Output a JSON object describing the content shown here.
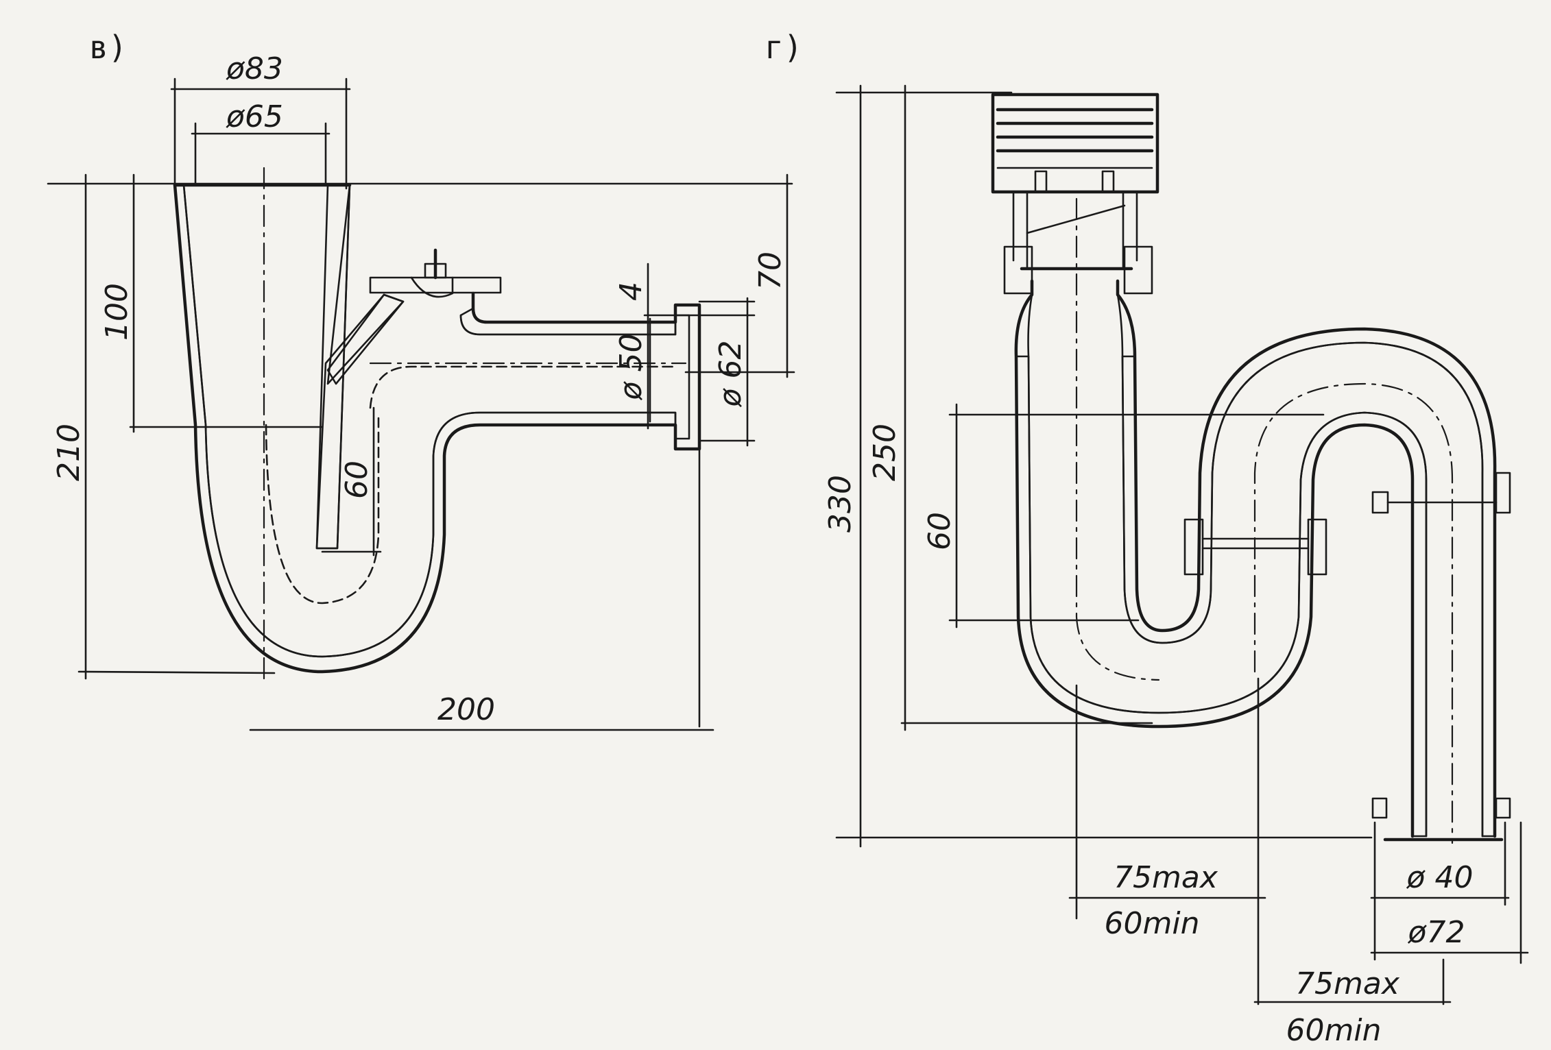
{
  "figure_v": {
    "label": "в)",
    "dims": {
      "d83": "ø83",
      "d65": "ø65",
      "h100": "100",
      "h210": "210",
      "h70": "70",
      "t4": "4",
      "d50": "ø 50",
      "d62": "ø 62",
      "h60": "60",
      "w200": "200"
    }
  },
  "figure_g": {
    "label": "г)",
    "dims": {
      "h330": "330",
      "h250": "250",
      "h60": "60",
      "max1": "75max",
      "min1": "60min",
      "d40": "ø 40",
      "d72": "ø72",
      "max2": "75max",
      "min2": "60min"
    }
  },
  "colors": {
    "ink": "#1a1a1a",
    "paper": "#f4f3ef"
  }
}
